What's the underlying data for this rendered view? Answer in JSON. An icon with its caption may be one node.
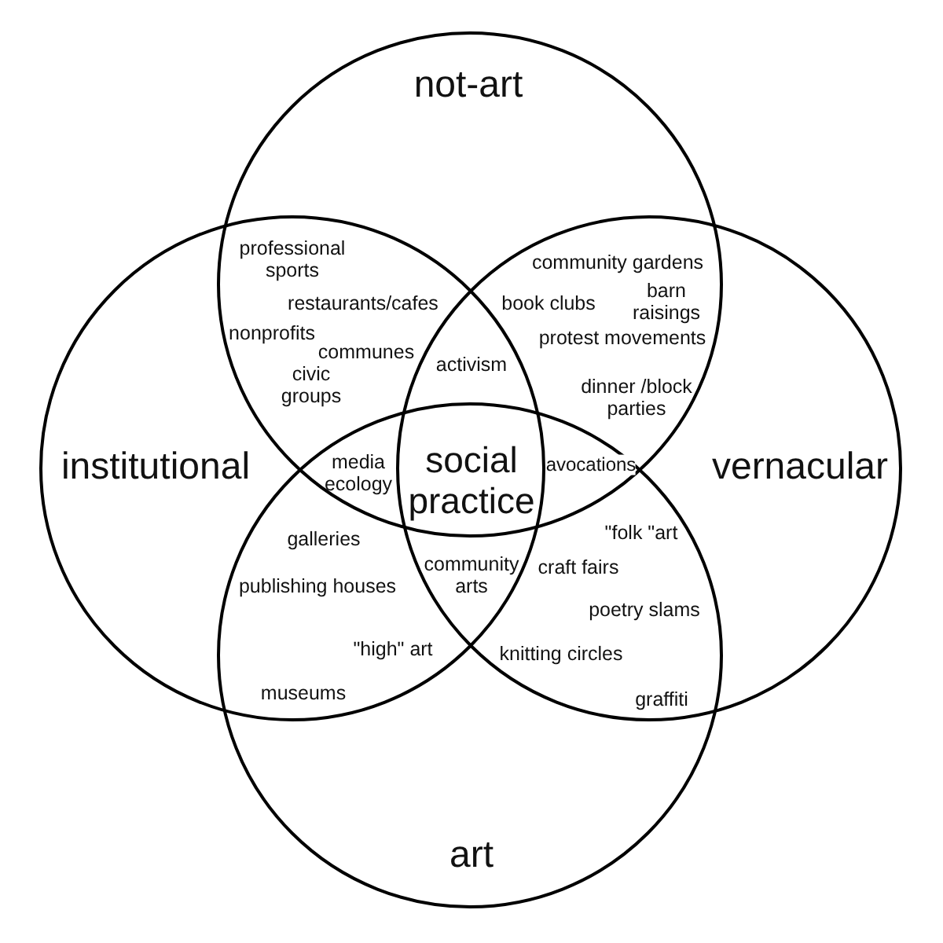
{
  "diagram": {
    "nodes": [
      {
        "text": [
          "not-art"
        ]
      },
      {
        "text": [
          "institutional"
        ]
      },
      {
        "text": [
          "vernacular"
        ]
      },
      {
        "text": [
          "art"
        ]
      }
    ],
    "labels": [
      "professional sports",
      "community gardens",
      "barn raisings",
      "restaurants/cafes",
      "book clubs",
      "nonprofits",
      "protest movements",
      "communes",
      "activism",
      "civic groups",
      "dinner /block parties",
      "media ecology",
      "social practice",
      "avocations",
      "galleries",
      "\"folk \"art",
      "community arts",
      "craft fairs",
      "publishing houses",
      "poetry slams",
      "\"high\" art",
      "knitting circles",
      "museums",
      "graffiti"
    ]
  }
}
